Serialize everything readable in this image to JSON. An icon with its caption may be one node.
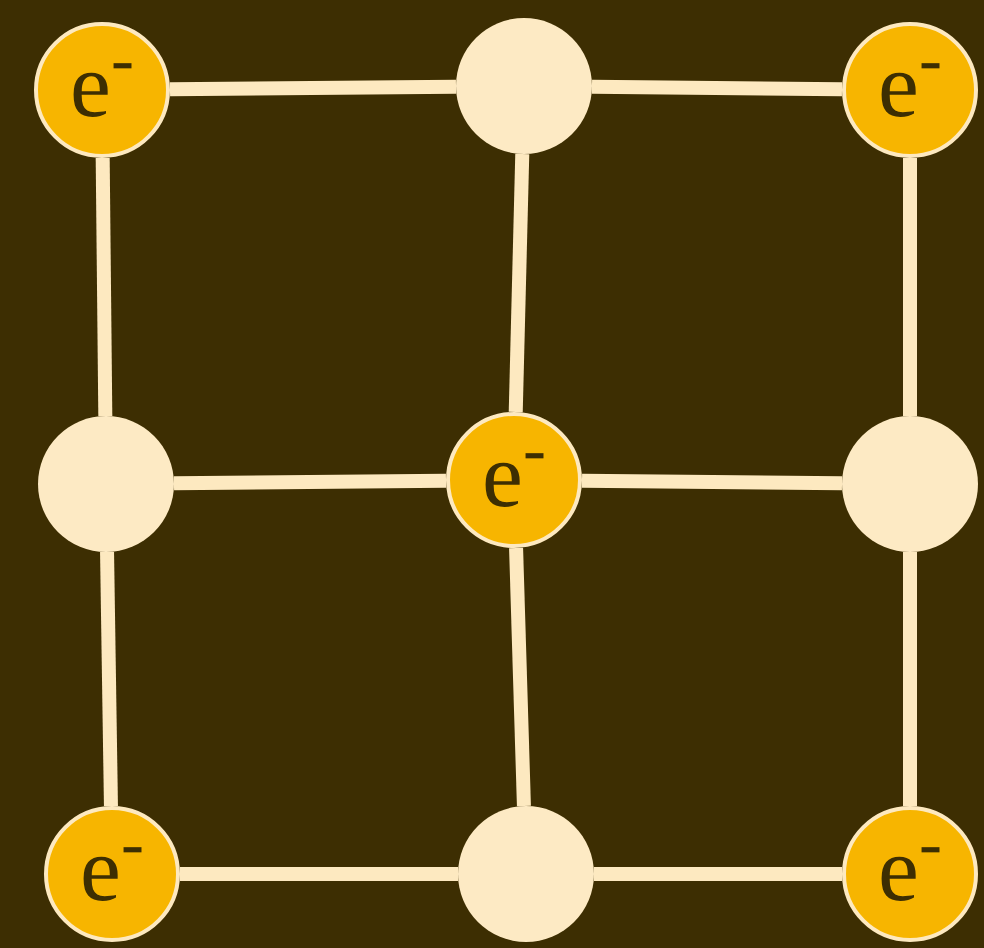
{
  "diagram": {
    "nodes": [
      {
        "text": [
          "e$^{-}$"
        ]
      },
      {
        "text": [],
        "shape": "circle"
      },
      {
        "text": [
          "e$^{-}$"
        ]
      },
      {
        "text": [],
        "shape": "circle"
      },
      {
        "text": [
          "e$^{-}$"
        ]
      },
      {
        "text": [],
        "shape": "circle"
      },
      {
        "text": [
          "e$^{-}$"
        ]
      },
      {
        "text": [],
        "shape": "circle"
      },
      {
        "text": [
          "e$^{-}$"
        ]
      }
    ],
    "edges": [
      {
        "from": 0,
        "to": 1,
        "arrow": "none"
      },
      {
        "from": 1,
        "to": 2,
        "arrow": "none"
      },
      {
        "from": 3,
        "to": 4,
        "arrow": "none"
      },
      {
        "from": 4,
        "to": 5,
        "arrow": "none"
      },
      {
        "from": 6,
        "to": 7,
        "arrow": "none"
      },
      {
        "from": 7,
        "to": 8,
        "arrow": "none"
      },
      {
        "from": 0,
        "to": 3,
        "arrow": "none"
      },
      {
        "from": 3,
        "to": 6,
        "arrow": "none"
      },
      {
        "from": 1,
        "to": 4,
        "arrow": "none"
      },
      {
        "from": 4,
        "to": 7,
        "arrow": "none"
      },
      {
        "from": 2,
        "to": 5,
        "arrow": "none"
      },
      {
        "from": 5,
        "to": 8,
        "arrow": "none"
      }
    ]
  }
}
